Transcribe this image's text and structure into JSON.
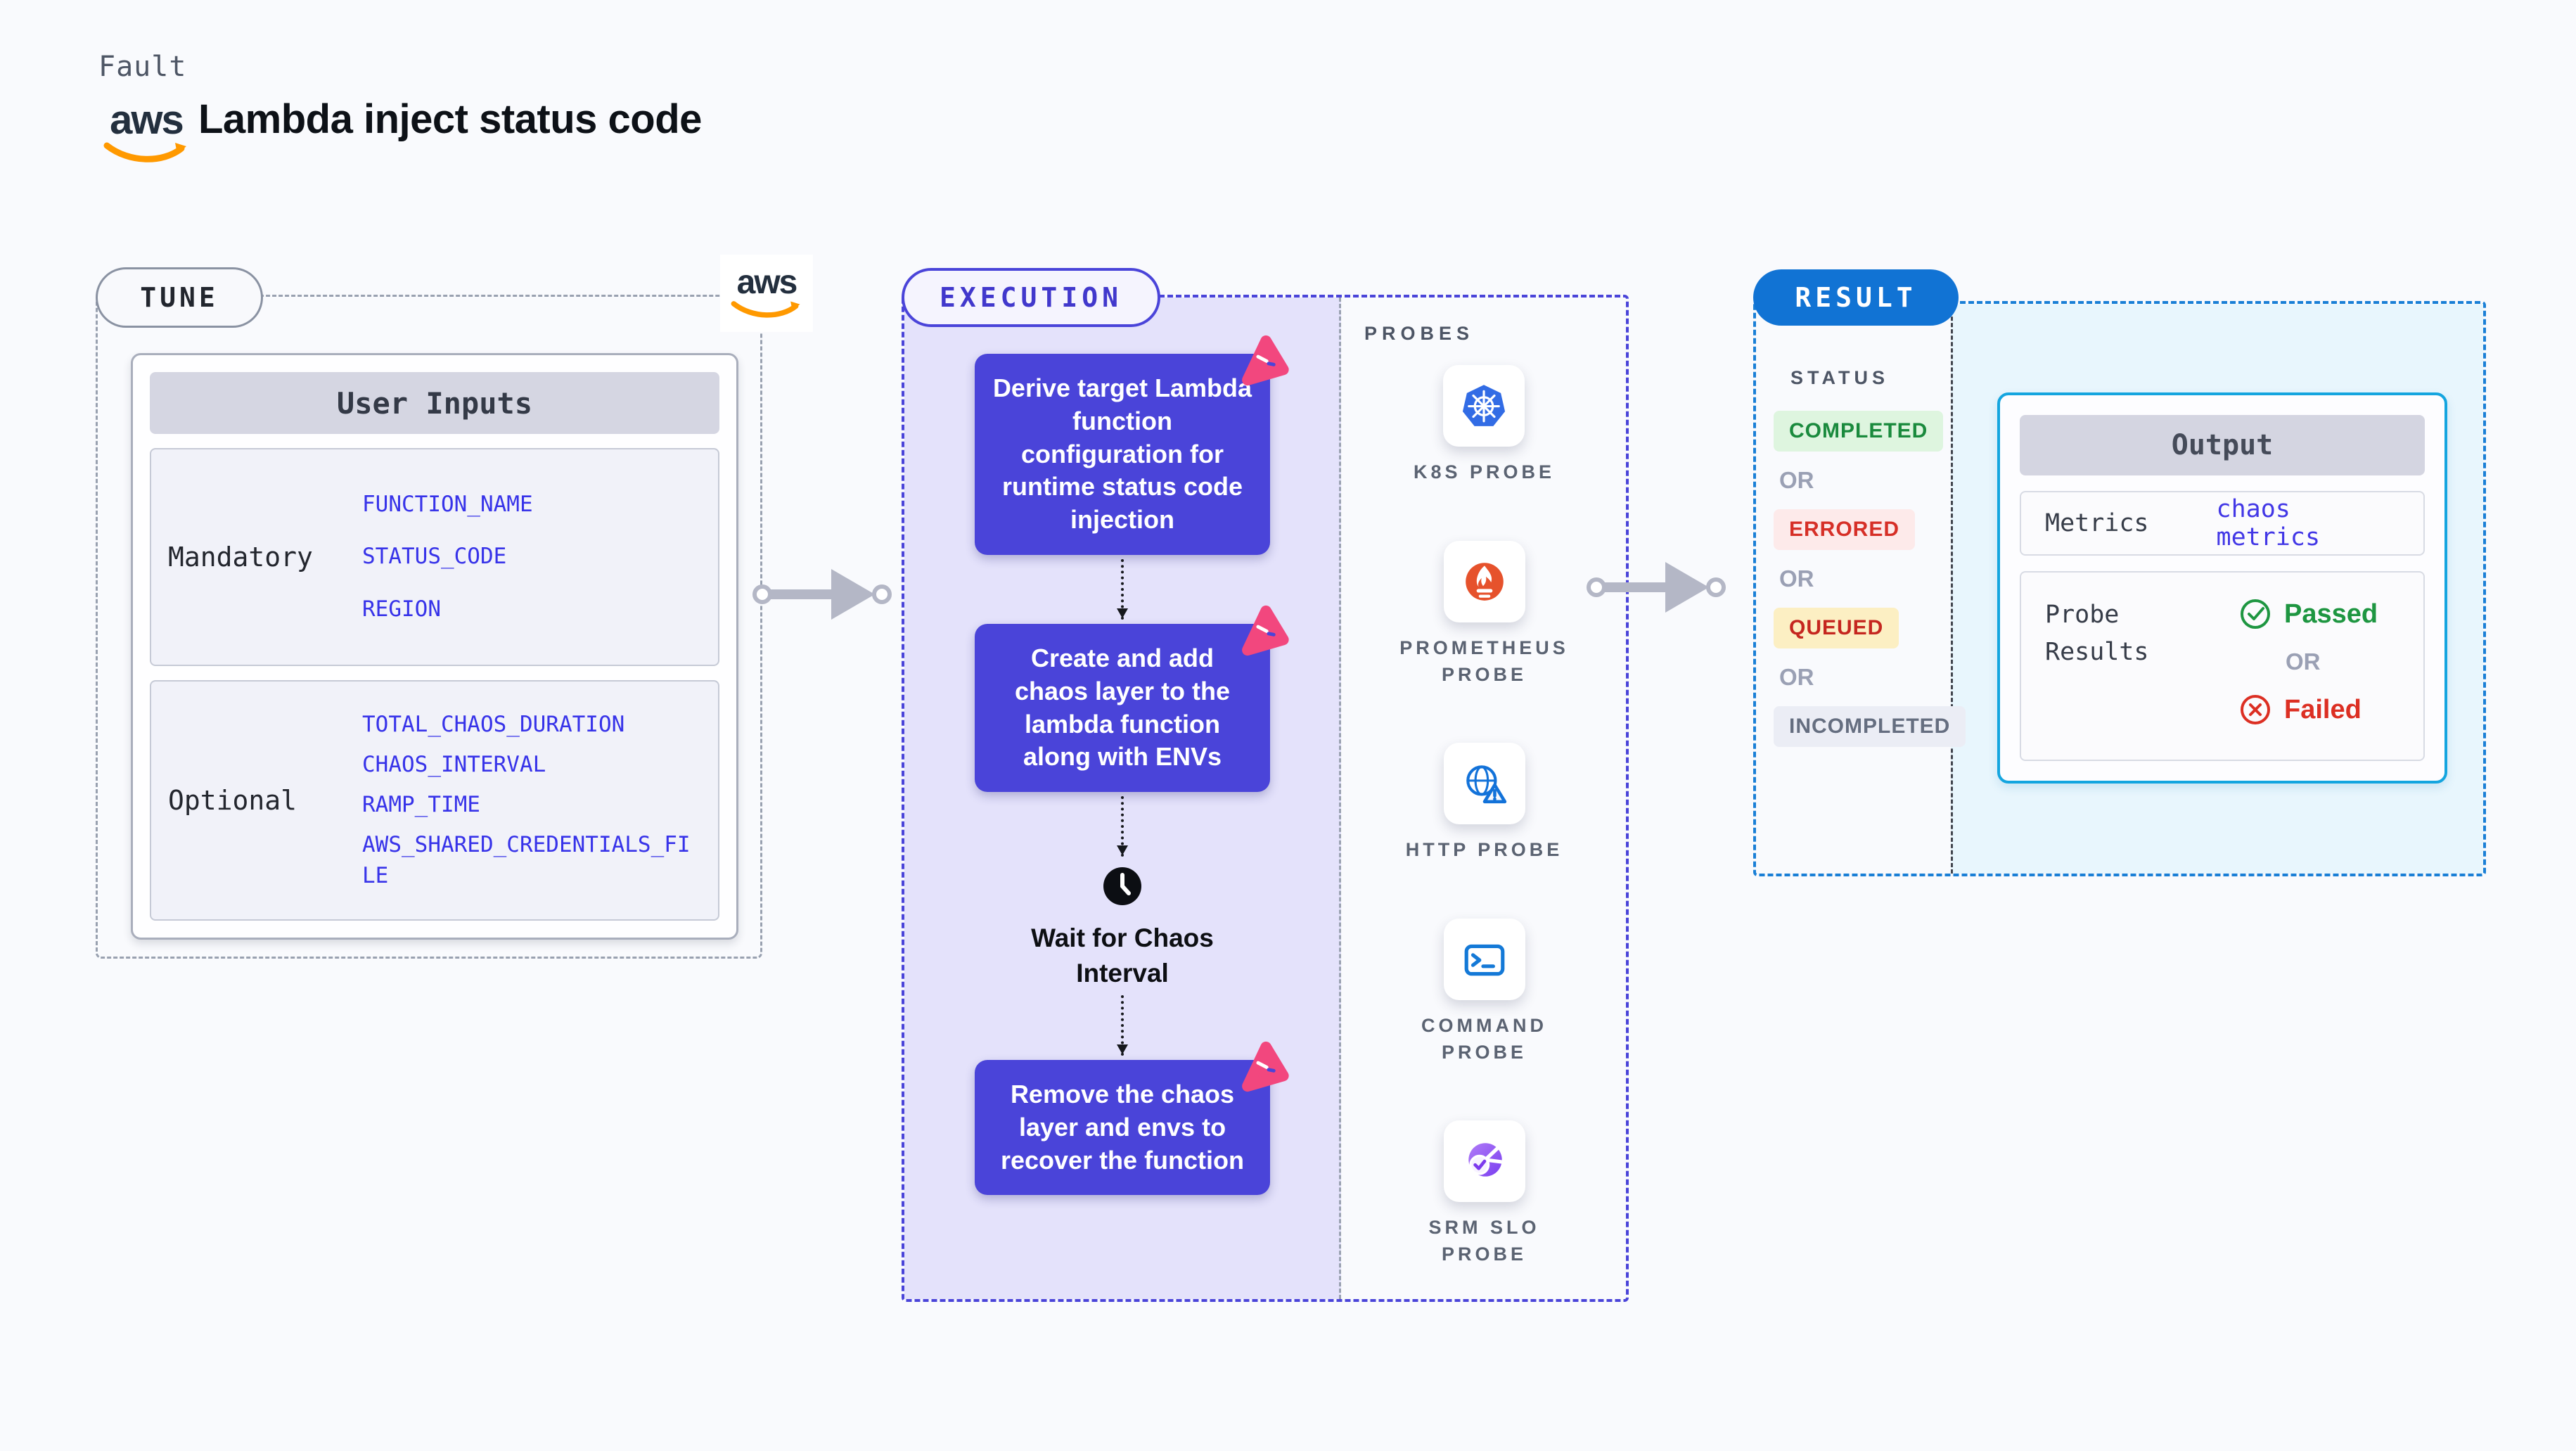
{
  "branding": {
    "aws_text": "aws"
  },
  "header": {
    "kicker": "Fault",
    "title": "Lambda inject status code"
  },
  "tune": {
    "pill": "TUNE",
    "user_inputs": {
      "title": "User Inputs",
      "mandatory_label": "Mandatory",
      "mandatory_vars": [
        "FUNCTION_NAME",
        "STATUS_CODE",
        "REGION"
      ],
      "optional_label": "Optional",
      "optional_vars": [
        "TOTAL_CHAOS_DURATION",
        "CHAOS_INTERVAL",
        "RAMP_TIME",
        "AWS_SHARED_CREDENTIALS_FILE"
      ]
    }
  },
  "execution": {
    "pill": "EXECUTION",
    "steps": [
      "Derive target Lambda function configuration for runtime status code injection",
      "Create and add chaos layer to the lambda function along with ENVs",
      "Remove the chaos layer and envs to recover the function"
    ],
    "wait_label": "Wait for Chaos Interval",
    "probes": {
      "label": "PROBES",
      "items": [
        {
          "name": "K8S PROBE",
          "icon": "kubernetes-icon"
        },
        {
          "name": "PROMETHEUS PROBE",
          "icon": "prometheus-icon"
        },
        {
          "name": "HTTP PROBE",
          "icon": "http-globe-icon"
        },
        {
          "name": "COMMAND PROBE",
          "icon": "terminal-icon"
        },
        {
          "name": "SRM SLO PROBE",
          "icon": "slo-donut-icon"
        }
      ]
    }
  },
  "result": {
    "pill": "RESULT",
    "status_label": "STATUS",
    "or_label": "OR",
    "statuses": [
      {
        "label": "COMPLETED",
        "fg": "#1a8a3d",
        "bg": "#def5df"
      },
      {
        "label": "ERRORED",
        "fg": "#d62f27",
        "bg": "#fdeaea"
      },
      {
        "label": "QUEUED",
        "fg": "#c5261f",
        "bg": "#fcefc3"
      },
      {
        "label": "INCOMPLETED",
        "fg": "#656e80",
        "bg": "#ebedf5"
      }
    ],
    "output": {
      "title": "Output",
      "metrics_label": "Metrics",
      "metrics_value": "chaos metrics",
      "probe_results_label": "Probe Results",
      "passed_label": "Passed",
      "failed_label": "Failed"
    }
  },
  "colors": {
    "background": "#f9fafd",
    "indigo": "#4a44d9",
    "purple_panel": "#e4e2fb",
    "env_var_blue": "#3733e9",
    "result_blue": "#1173d4",
    "cyan_border": "#14a5df",
    "cyan_bg": "#e8f6fd",
    "pink_badge": "#f2477e",
    "aws_orange": "#ff9900",
    "k8s_blue": "#326ce5",
    "prometheus_orange": "#e6522c",
    "http_blue": "#1272d9",
    "srm_purple": "#7c3aed",
    "passed_green": "#1e9641",
    "failed_red": "#dc2f23",
    "arrow_gray": "#b4b7c6"
  }
}
